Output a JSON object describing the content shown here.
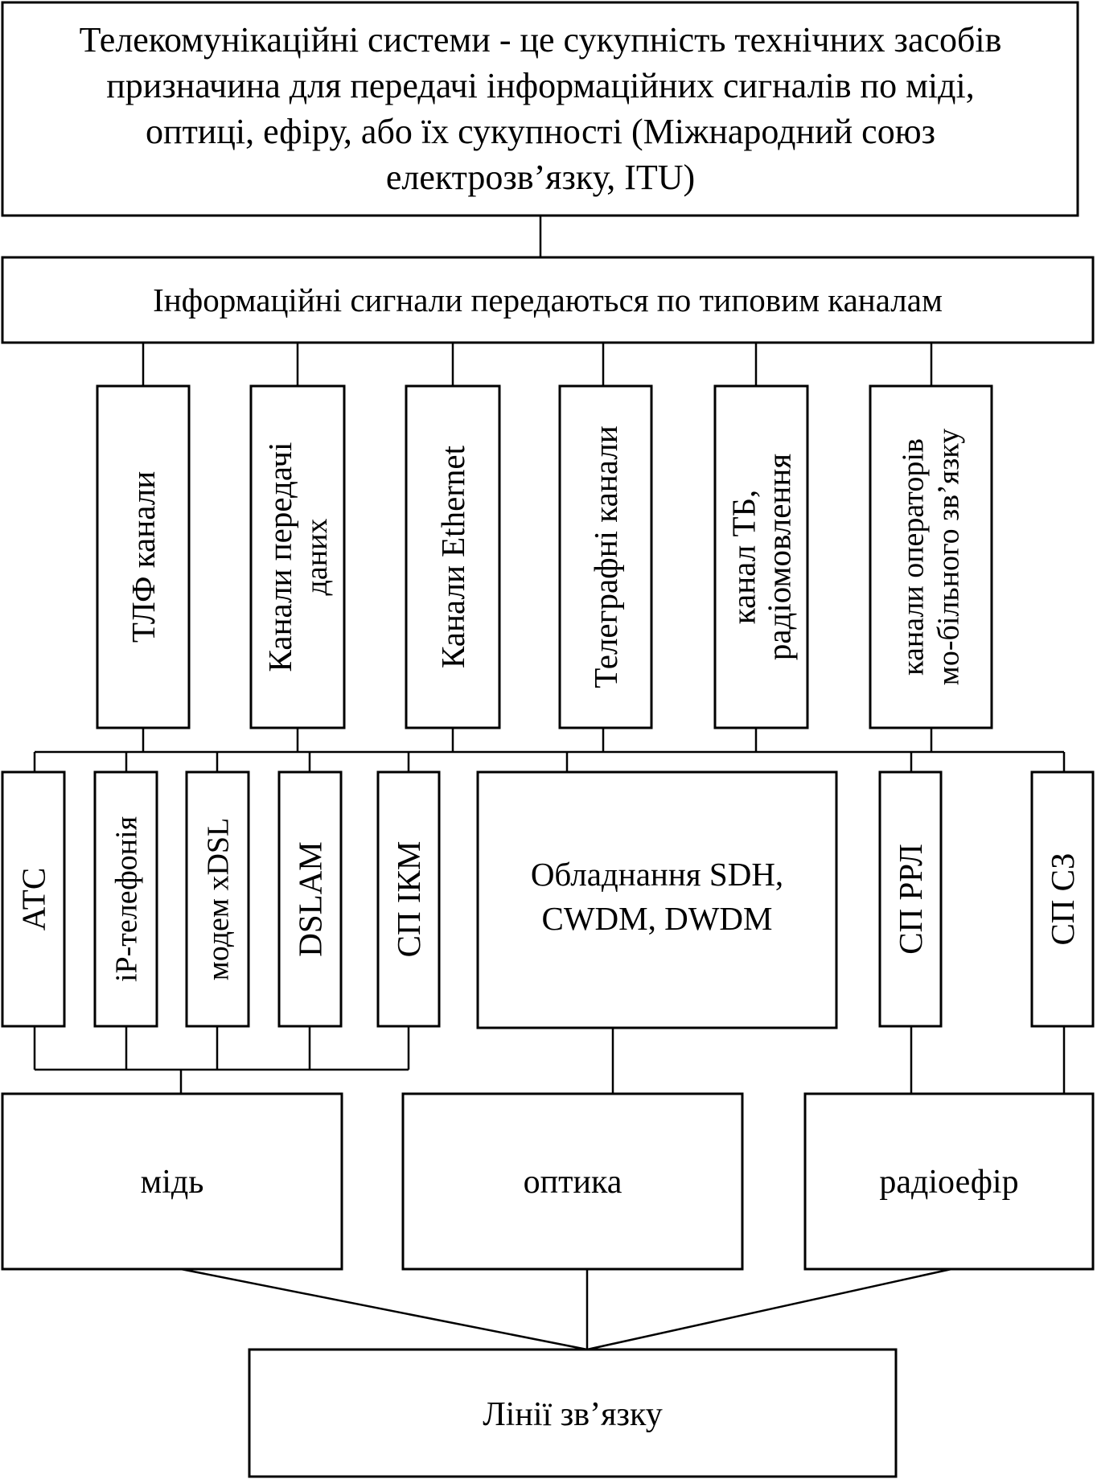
{
  "definition": {
    "lines": [
      "Телекомунікаційні системи - це сукупність технічних засобів",
      "призначина для передачі інформаційних сигналів по міді,",
      "оптиці, ефіру, або їх сукупності (Міжнародний союз",
      "електрозв’язку, ITU)"
    ]
  },
  "channels_header": "Інформаційні сигнали передаються по типовим каналам",
  "channels": [
    {
      "lines": [
        "ТЛФ канали"
      ]
    },
    {
      "lines": [
        "Канали передачі",
        "даних"
      ]
    },
    {
      "lines": [
        "Канали Ethernet"
      ]
    },
    {
      "lines": [
        "Телеграфні канали"
      ]
    },
    {
      "lines": [
        "канал ТБ,",
        "радіомовлення"
      ]
    },
    {
      "lines": [
        "канали операторів",
        "мо-більного зв’язку"
      ]
    }
  ],
  "equipment": [
    {
      "lines": [
        "АТС"
      ]
    },
    {
      "lines": [
        "iP-телефонія"
      ]
    },
    {
      "lines": [
        "модем xDSL"
      ]
    },
    {
      "lines": [
        "DSLAM"
      ]
    },
    {
      "lines": [
        "СП ІКМ"
      ]
    },
    {
      "lines": [
        "Обладнання SDH,",
        "CWDM, DWDM"
      ]
    },
    {
      "lines": [
        "СП РРЛ"
      ]
    },
    {
      "lines": [
        "СП СЗ"
      ]
    }
  ],
  "media": [
    "мідь",
    "оптика",
    "радіоефір"
  ],
  "result": "Лінії зв’язку"
}
